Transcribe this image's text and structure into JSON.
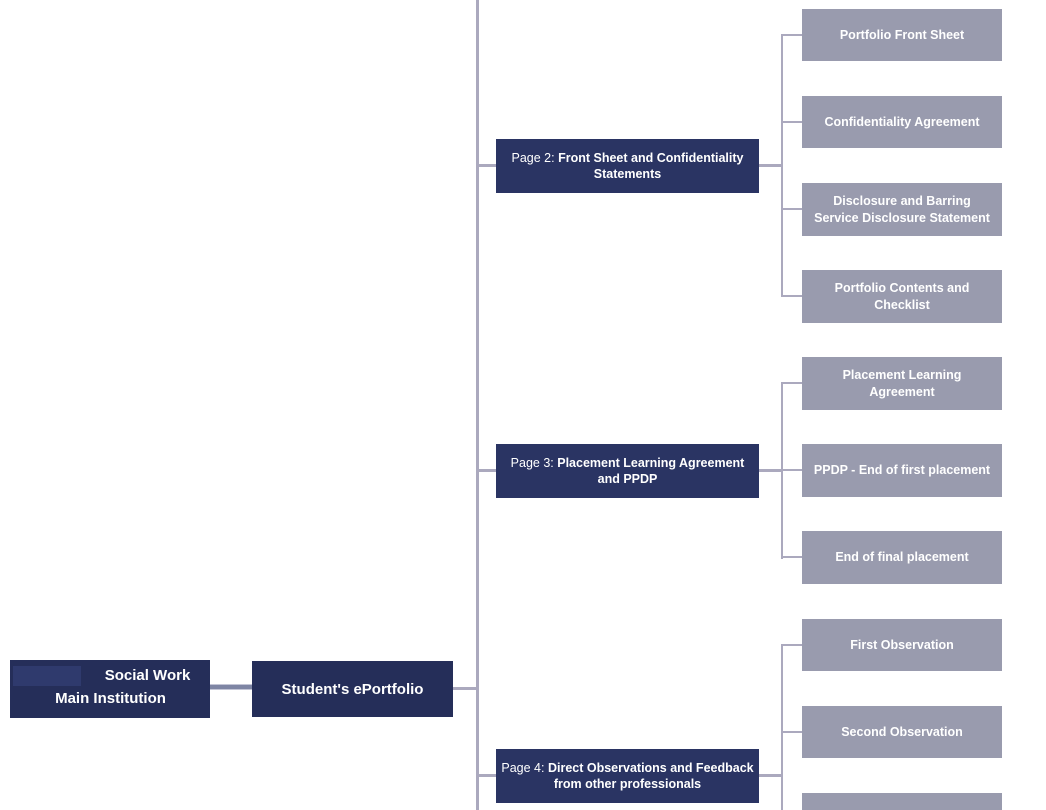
{
  "tree": {
    "root": {
      "label": "Social Work Main Institution"
    },
    "eportfolio": {
      "label": "Student's ePortfolio"
    },
    "pages": [
      {
        "prefix": "Page 2:",
        "title": "Front Sheet and Confidentiality Statements",
        "children": [
          "Portfolio Front Sheet",
          "Confidentiality Agreement",
          "Disclosure and Barring Service Disclosure Statement",
          "Portfolio Contents and Checklist"
        ]
      },
      {
        "prefix": "Page 3:",
        "title": "Placement Learning Agreement and PPDP",
        "children": [
          "Placement Learning Agreement",
          "PPDP - End of first placement",
          "End of final placement"
        ]
      },
      {
        "prefix": "Page 4:",
        "title": "Direct Observations and Feedback from other professionals",
        "children": [
          "First Observation",
          "Second Observation",
          ""
        ]
      }
    ]
  },
  "colors": {
    "node_primary": "#252E59",
    "node_page": "#2A3463",
    "node_logo_placeholder": "#2F3A6D",
    "node_child": "#999BAE",
    "connector": "#ABA9BE",
    "connector_dark": "#7E85A4",
    "text": "#FFFFFF",
    "background": "#FFFFFF"
  }
}
